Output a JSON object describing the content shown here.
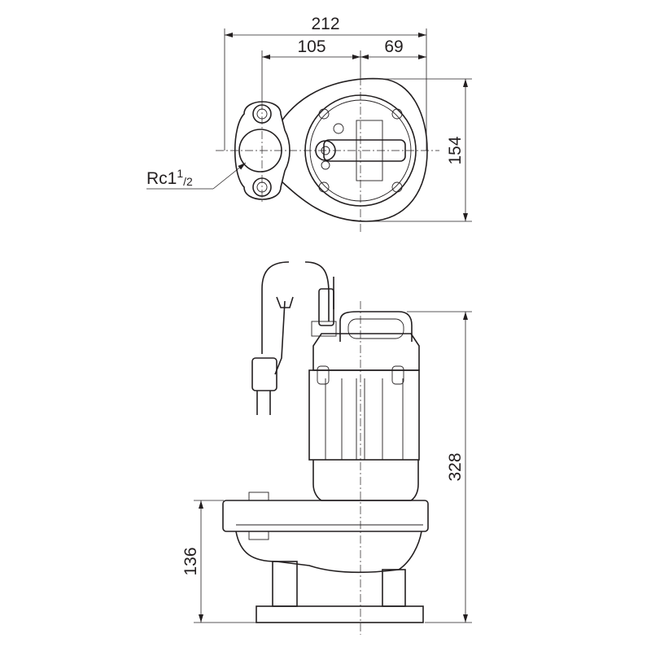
{
  "top_view": {
    "dim_overall_width": "212",
    "dim_left": "105",
    "dim_right": "69",
    "dim_depth": "154",
    "pipe_thread_main": "Rc1",
    "pipe_thread_sup": "1",
    "pipe_thread_sub": "/2"
  },
  "side_view": {
    "dim_total_height": "328",
    "dim_base_height": "136"
  },
  "colors": {
    "line": "#231f20",
    "background": "#ffffff"
  }
}
